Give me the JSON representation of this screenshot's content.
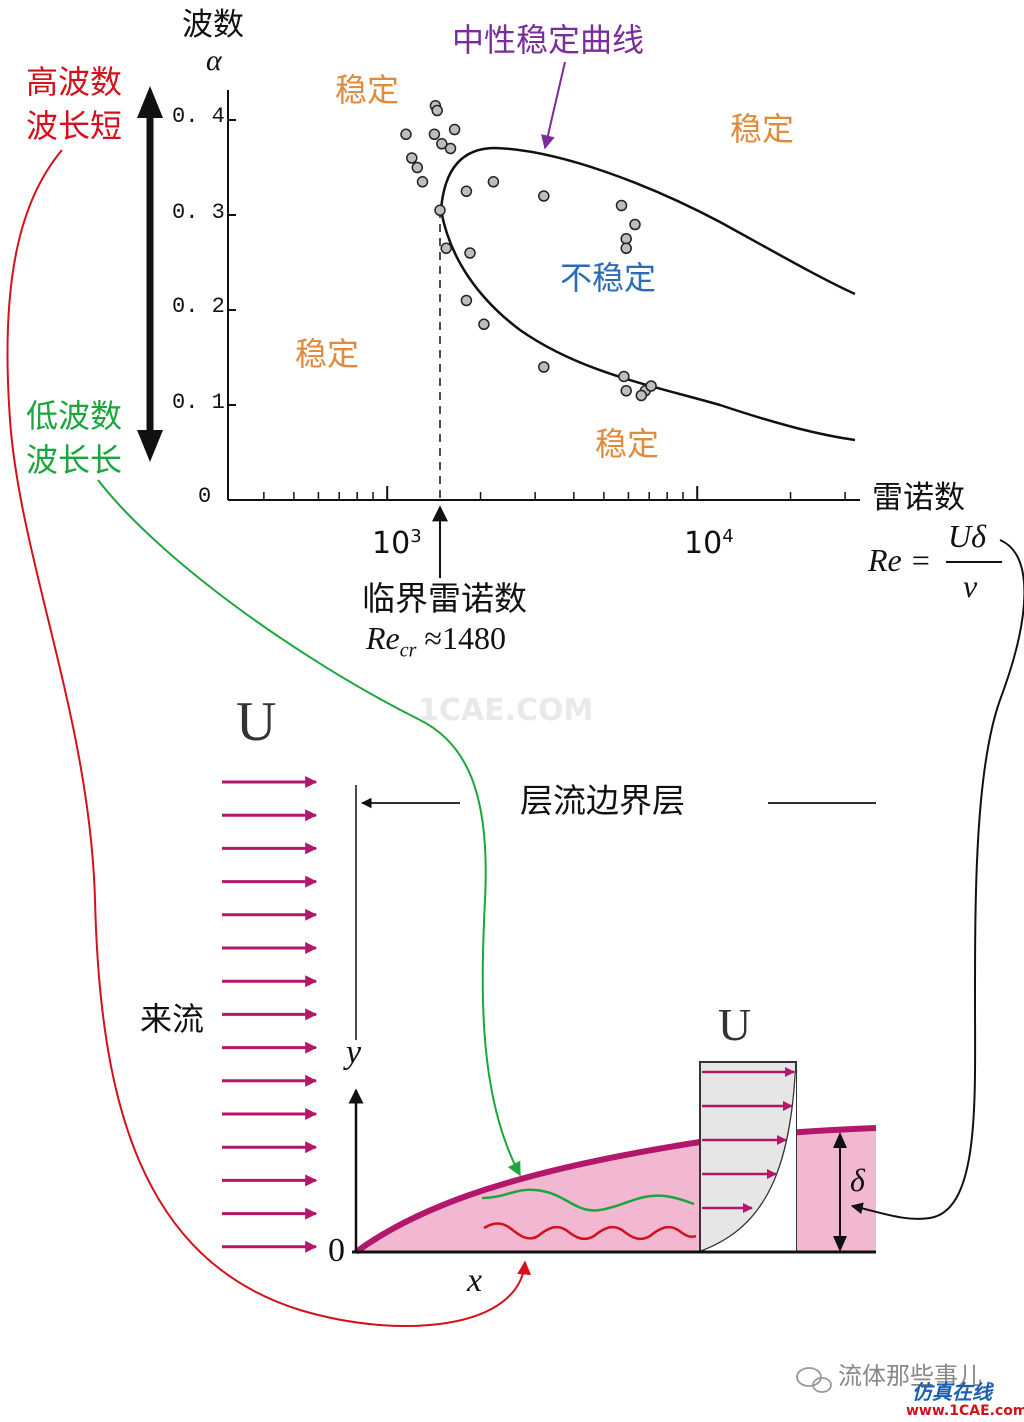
{
  "chart": {
    "y_axis_title": "波数",
    "y_axis_symbol": "α",
    "y_ticks": [
      "0",
      "0. 1",
      "0. 2",
      "0. 3",
      "0. 4"
    ],
    "x_tick_base": "10",
    "x_tick_exponents": [
      "3",
      "4"
    ],
    "x_axis_title": "雷诺数",
    "neutral_curve_label": "中性稳定曲线",
    "stable_labels": [
      "稳定",
      "稳定",
      "稳定",
      "稳定"
    ],
    "unstable_label": "不稳定",
    "critical_label": "临界雷诺数",
    "critical_re_symbol": "Re",
    "critical_re_subscript": "cr",
    "critical_re_value": "≈1480",
    "re_formula_lhs": "Re =",
    "re_formula_numerator": "Uδ",
    "re_formula_denominator": "ν"
  },
  "left_annotations": {
    "high_line1": "高波数",
    "high_line2": "波长短",
    "low_line1": "低波数",
    "low_line2": "波长长"
  },
  "flow": {
    "freestream_symbol": "U",
    "incoming_flow_label": "来流",
    "boundary_layer_label": "层流边界层",
    "profile_symbol": "U",
    "origin_label": "0",
    "y_label": "y",
    "x_label": "x",
    "delta_label": "δ"
  },
  "watermark": {
    "center": "1CAE.COM",
    "wechat": "流体那些事儿",
    "site_cn": "仿真在线",
    "site_url": "www.1CAE.com"
  },
  "colors": {
    "red": "#d4111b",
    "green": "#1aa63c",
    "purple": "#7a2c9c",
    "orange": "#e08a3c",
    "blue": "#2b6cb8",
    "magenta": "#b3176b",
    "pink_fill": "#f2b8d2",
    "black": "#111111"
  },
  "chart_data": {
    "type": "scatter",
    "x_scale": "log",
    "y_ticks": [
      0,
      0.1,
      0.2,
      0.3,
      0.4
    ],
    "critical_reynolds": 1480,
    "neutral_curve_upper": [
      [
        1480,
        0.3
      ],
      [
        1600,
        0.36
      ],
      [
        2000,
        0.37
      ],
      [
        5000,
        0.33
      ],
      [
        10000,
        0.29
      ],
      [
        20000,
        0.23
      ],
      [
        30000,
        0.215
      ]
    ],
    "neutral_curve_lower": [
      [
        1480,
        0.3
      ],
      [
        1600,
        0.24
      ],
      [
        2000,
        0.2
      ],
      [
        5000,
        0.12
      ],
      [
        10000,
        0.095
      ],
      [
        20000,
        0.075
      ],
      [
        30000,
        0.062
      ]
    ],
    "points": [
      [
        1150,
        0.385
      ],
      [
        1250,
        0.35
      ],
      [
        1300,
        0.335
      ],
      [
        1200,
        0.36
      ],
      [
        1430,
        0.415
      ],
      [
        1450,
        0.41
      ],
      [
        1420,
        0.385
      ],
      [
        1500,
        0.375
      ],
      [
        1600,
        0.37
      ],
      [
        1650,
        0.39
      ],
      [
        1480,
        0.305
      ],
      [
        1550,
        0.265
      ],
      [
        1800,
        0.325
      ],
      [
        2200,
        0.335
      ],
      [
        3200,
        0.32
      ],
      [
        1850,
        0.26
      ],
      [
        1800,
        0.21
      ],
      [
        2050,
        0.185
      ],
      [
        3200,
        0.14
      ],
      [
        5700,
        0.31
      ],
      [
        6300,
        0.29
      ],
      [
        5900,
        0.275
      ],
      [
        5900,
        0.265
      ],
      [
        5800,
        0.13
      ],
      [
        5900,
        0.115
      ],
      [
        6800,
        0.115
      ],
      [
        7100,
        0.12
      ],
      [
        6600,
        0.11
      ]
    ]
  }
}
